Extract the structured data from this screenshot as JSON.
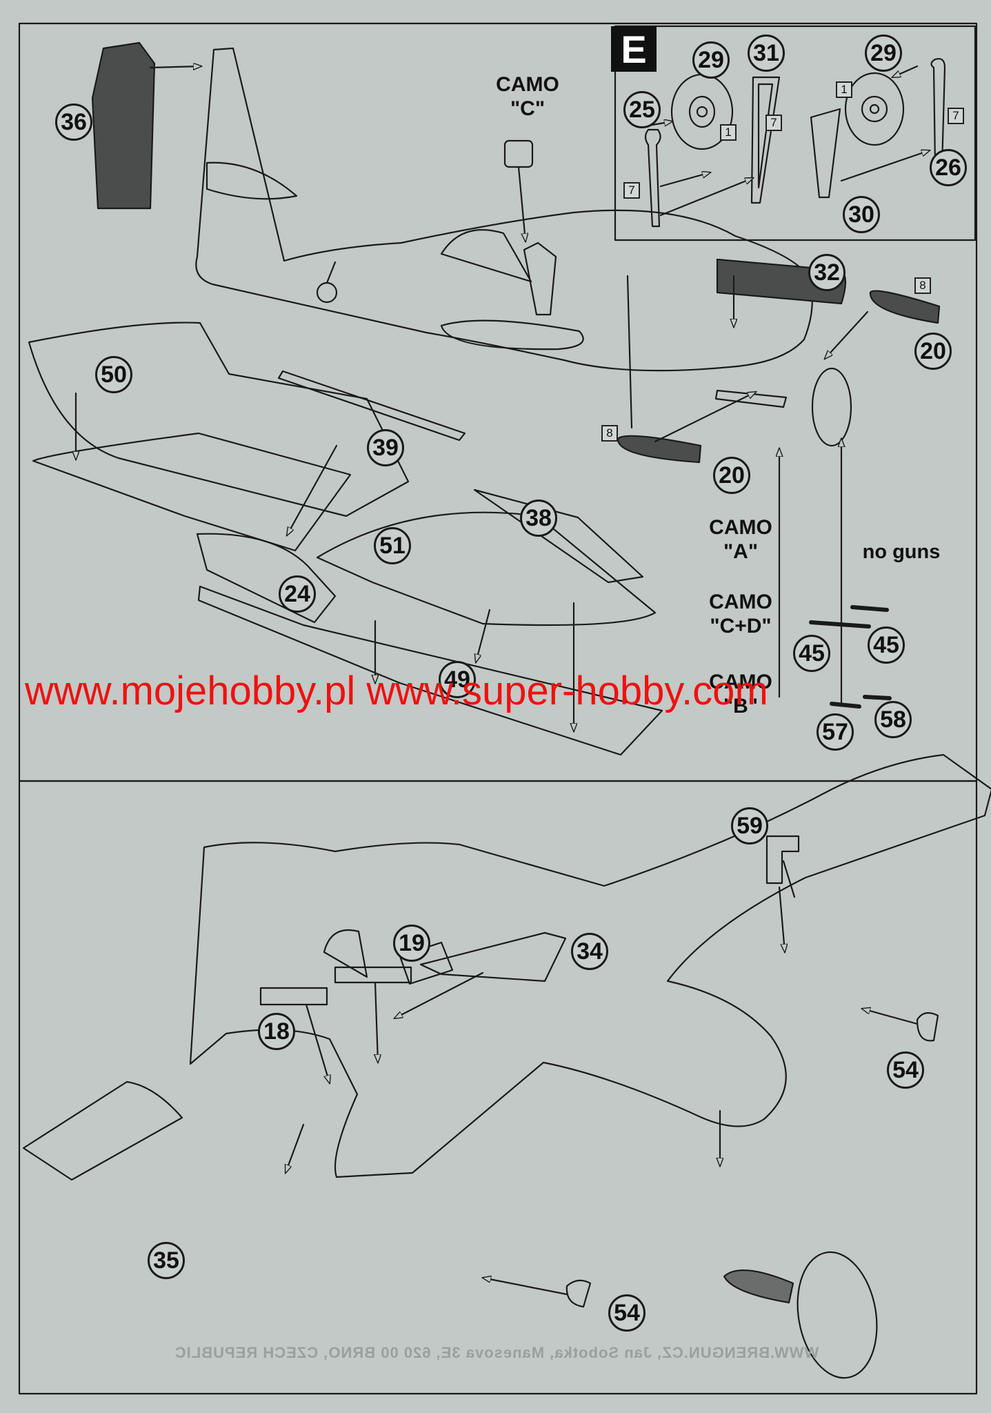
{
  "section": {
    "letter": "E"
  },
  "watermark": {
    "text": "www.mojehobby.pl www.super-hobby.com"
  },
  "annotations": {
    "camo_c_top": "CAMO\n\"C\"",
    "camo_a": "CAMO\n\"A\"",
    "camo_cd": "CAMO\n\"C+D\"",
    "camo_b": "CAMO\n\"B\"",
    "no_guns": "no guns"
  },
  "parts": {
    "p36": "36",
    "p29a": "29",
    "p31": "31",
    "p25": "25",
    "p29b": "29",
    "p26": "26",
    "p30": "30",
    "p32": "32",
    "p20a": "20",
    "p20b": "20",
    "p50": "50",
    "p39": "39",
    "p38": "38",
    "p51": "51",
    "p24": "24",
    "p49": "49",
    "p45a": "45",
    "p45b": "45",
    "p57": "57",
    "p58": "58",
    "p59": "59",
    "p19": "19",
    "p34": "34",
    "p18": "18",
    "p54a": "54",
    "p35": "35",
    "p54b": "54"
  },
  "paint_refs": {
    "b1a": "1",
    "b7a": "7",
    "b7b": "7",
    "b1b": "1",
    "b7c": "7",
    "b8a": "8",
    "b8b": "8"
  },
  "footer": {
    "text": "WWW.BRENGUN.CZ, Jan Sobotka, Manesova 3E, 620 00 BRNO, CZECH REPUBLIC"
  },
  "colors": {
    "background": "#c3c9c6",
    "line": "#1a1a1a",
    "dark_part": "#4a4d4c",
    "watermark": "#f01010"
  }
}
